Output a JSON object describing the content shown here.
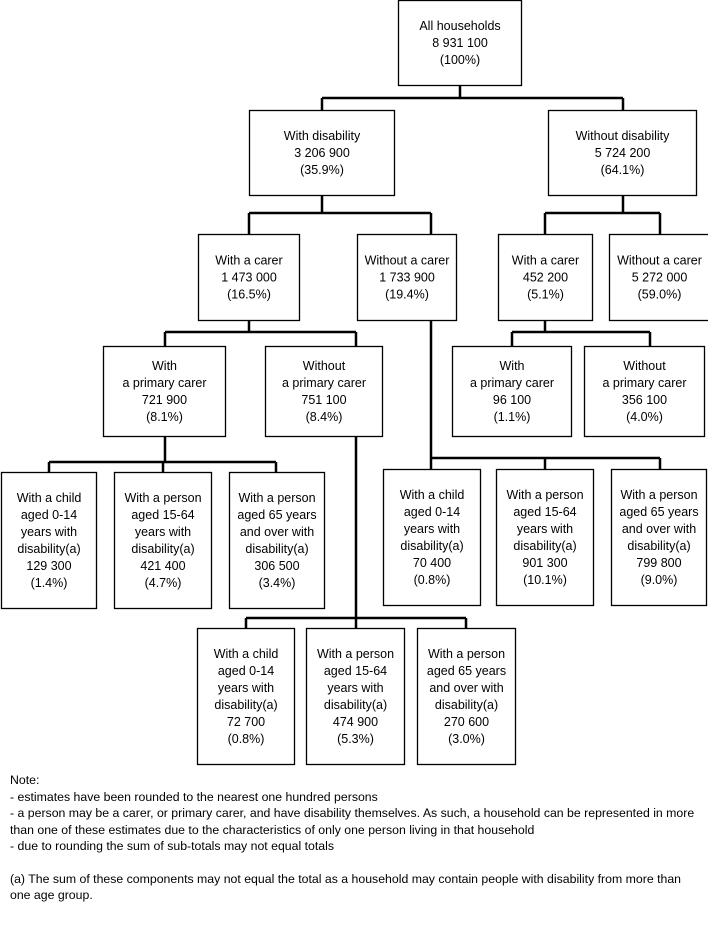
{
  "nodes": [
    {
      "id": "all",
      "lines": [
        "All households",
        "8 931 100",
        "(100%)"
      ]
    },
    {
      "id": "with-disability",
      "lines": [
        "With disability",
        "3 206 900",
        "(35.9%)"
      ]
    },
    {
      "id": "without-disability",
      "lines": [
        "Without disability",
        "5 724 200",
        "(64.1%)"
      ]
    },
    {
      "id": "wd-with-carer",
      "lines": [
        "With a carer",
        "1 473 000",
        "(16.5%)"
      ]
    },
    {
      "id": "wd-without-carer",
      "lines": [
        "Without a carer",
        "1 733 900",
        "(19.4%)"
      ]
    },
    {
      "id": "nd-with-carer",
      "lines": [
        "With a carer",
        "452 200",
        "(5.1%)"
      ]
    },
    {
      "id": "nd-without-carer",
      "lines": [
        "Without a carer",
        "5 272 000",
        "(59.0%)"
      ]
    },
    {
      "id": "wd-with-primary",
      "lines": [
        "With",
        "a primary carer",
        "721 900",
        "(8.1%)"
      ]
    },
    {
      "id": "wd-without-primary",
      "lines": [
        "Without",
        "a primary carer",
        "751 100",
        "(8.4%)"
      ]
    },
    {
      "id": "nd-with-primary",
      "lines": [
        "With",
        "a primary carer",
        "96 100",
        "(1.1%)"
      ]
    },
    {
      "id": "nd-without-primary",
      "lines": [
        "Without",
        "a primary carer",
        "356 100",
        "(4.0%)"
      ]
    },
    {
      "id": "wp-child",
      "lines": [
        "With a child",
        "aged 0-14",
        "years with",
        "disability(a)",
        "129 300",
        "(1.4%)"
      ]
    },
    {
      "id": "wp-15-64",
      "lines": [
        "With a person",
        "aged 15-64",
        "years with",
        "disability(a)",
        "421 400",
        "(4.7%)"
      ]
    },
    {
      "id": "wp-65",
      "lines": [
        "With a person",
        "aged 65 years",
        "and over with",
        "disability(a)",
        "306 500",
        "(3.4%)"
      ]
    },
    {
      "id": "nc-child",
      "lines": [
        "With a child",
        "aged 0-14",
        "years with",
        "disability(a)",
        "70 400",
        "(0.8%)"
      ]
    },
    {
      "id": "nc-15-64",
      "lines": [
        "With a person",
        "aged 15-64",
        "years with",
        "disability(a)",
        "901 300",
        "(10.1%)"
      ]
    },
    {
      "id": "nc-65",
      "lines": [
        "With a person",
        "aged 65 years",
        "and over with",
        "disability(a)",
        "799 800",
        "(9.0%)"
      ]
    },
    {
      "id": "np-child",
      "lines": [
        "With a child",
        "aged 0-14",
        "years with",
        "disability(a)",
        "72 700",
        "(0.8%)"
      ]
    },
    {
      "id": "np-15-64",
      "lines": [
        "With a person",
        "aged 15-64",
        "years with",
        "disability(a)",
        "474 900",
        "(5.3%)"
      ]
    },
    {
      "id": "np-65",
      "lines": [
        "With a person",
        "aged 65 years",
        "and over with",
        "disability(a)",
        "270 600",
        "(3.0%)"
      ]
    }
  ],
  "notes": {
    "heading": "Note:",
    "items": [
      "- estimates have been rounded to the nearest one hundred persons",
      "- a person may be a carer, or primary carer, and have disability themselves. As such, a household can be represented in more than one of these estimates due to the characteristics of only one person living in that household",
      "- due to rounding the sum of sub-totals may not equal totals"
    ],
    "footnote": "(a) The sum of these components may not equal the total as a household may contain people with disability from more than one age group."
  }
}
